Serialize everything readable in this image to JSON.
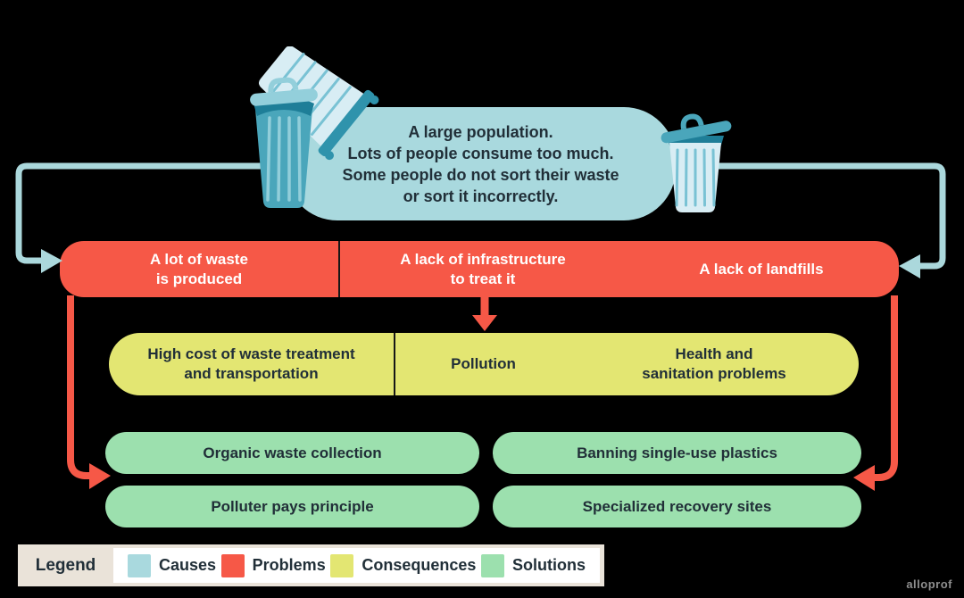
{
  "colors": {
    "background": "#000000",
    "causes": "#a9d9de",
    "problems": "#f65847",
    "consequences": "#e3e672",
    "solutions": "#9ce0ae",
    "connector": "#abd8dc",
    "text_dark": "#212f38",
    "text_light": "#ffffff",
    "divider": "#161616",
    "legend_bg": "#eae3d9",
    "legend_inner_bg": "#ffffff",
    "watermark": "#8f8f8f",
    "trash_teal": "#4aa6bb",
    "trash_teal_dark": "#1e7e98",
    "trash_light": "#d8edf4",
    "trash_stripe": "#79c2d4"
  },
  "causes_box": {
    "text": "A large population.\nLots of people consume too much.\nSome people do not sort their waste\nor sort it incorrectly."
  },
  "problems_bar": {
    "items": [
      {
        "label": "A lot of waste\nis produced"
      },
      {
        "label": "A lack of infrastructure\nto treat it"
      },
      {
        "label": "A lack of landfills"
      }
    ]
  },
  "consequences_bar": {
    "items": [
      {
        "label": "High cost of waste treatment\nand transportation"
      },
      {
        "label": "Pollution"
      },
      {
        "label": "Health and\nsanitation problems"
      }
    ]
  },
  "solutions": {
    "items": [
      {
        "label": "Organic waste collection"
      },
      {
        "label": "Banning single-use plastics"
      },
      {
        "label": "Polluter pays principle"
      },
      {
        "label": "Specialized recovery sites"
      }
    ]
  },
  "legend": {
    "title": "Legend",
    "items": [
      {
        "label": "Causes",
        "color": "#a9d9de"
      },
      {
        "label": "Problems",
        "color": "#f65847"
      },
      {
        "label": "Consequences",
        "color": "#e3e672"
      },
      {
        "label": "Solutions",
        "color": "#9ce0ae"
      }
    ]
  },
  "watermark": {
    "text": "alloprof"
  }
}
